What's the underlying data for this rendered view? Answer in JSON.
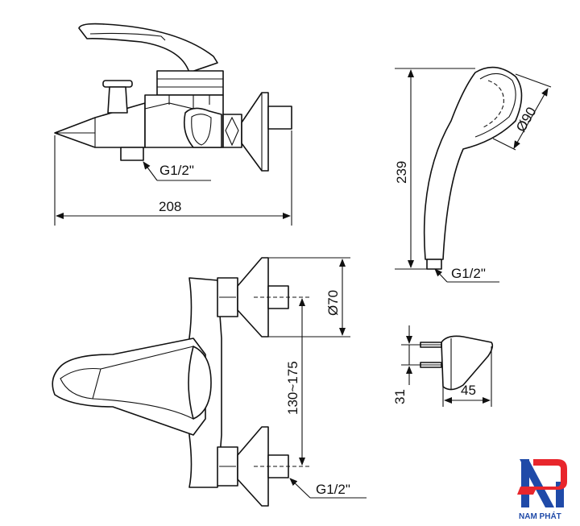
{
  "drawing": {
    "side_view": {
      "thread_label": "G1/2\"",
      "width_dim": "208"
    },
    "hand_shower": {
      "height_dim": "239",
      "head_dia_dim": "Ø90",
      "thread_label": "G1/2\""
    },
    "front_view": {
      "escutcheon_dia_dim": "Ø70",
      "center_distance_dim": "130~175",
      "thread_label": "G1/2\""
    },
    "holder": {
      "height_dim": "31",
      "depth_dim": "45"
    }
  },
  "logo": {
    "brand": "NAM PHÁT",
    "colors": {
      "red": "#e8262c",
      "blue": "#1f4aa8"
    }
  }
}
